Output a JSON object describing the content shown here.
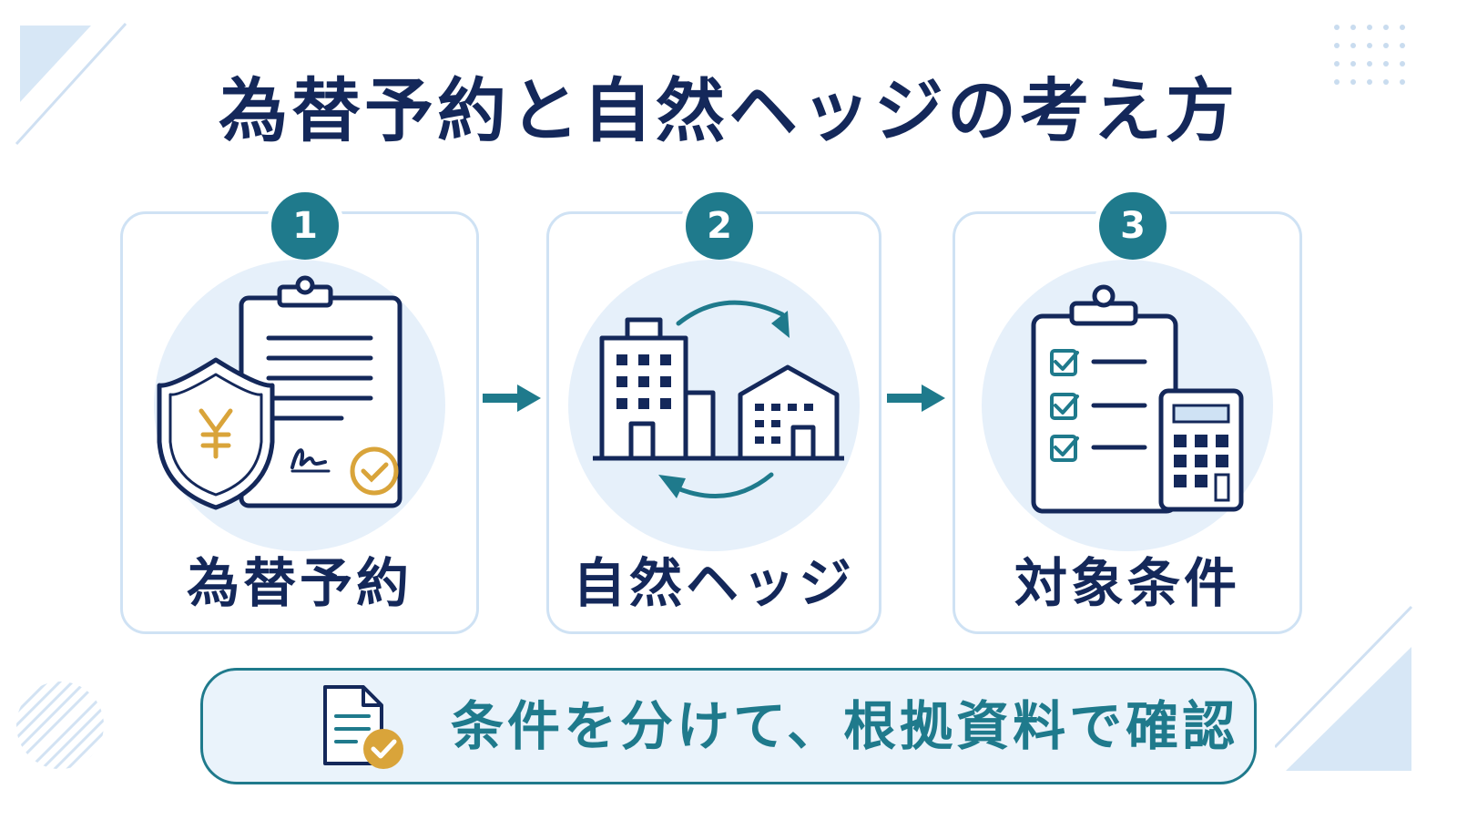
{
  "title": "為替予約と自然ヘッジの考え方",
  "steps": [
    {
      "number": "1",
      "label": "為替予約"
    },
    {
      "number": "2",
      "label": "自然ヘッジ"
    },
    {
      "number": "3",
      "label": "対象条件"
    }
  ],
  "footer": {
    "text": "条件を分けて、根拠資料で確認"
  },
  "colors": {
    "navy": "#14285a",
    "teal": "#1f7a8c",
    "gold": "#d9a43a",
    "halo": "#e6f0fa",
    "border": "#cfe2f4"
  }
}
